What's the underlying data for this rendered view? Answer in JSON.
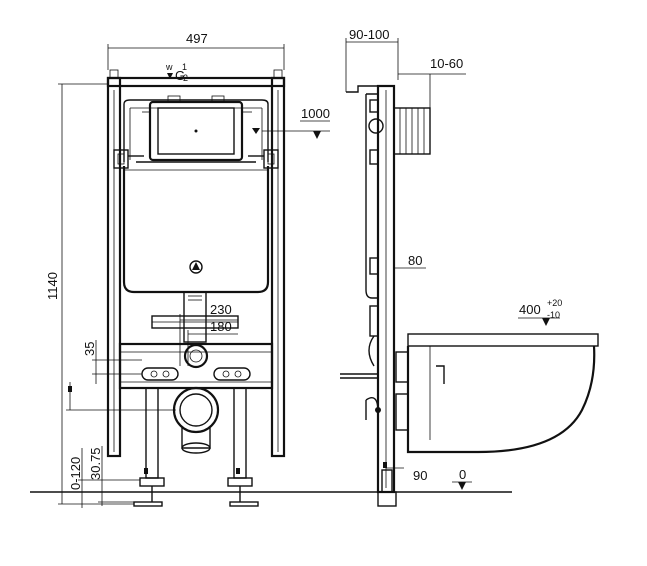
{
  "dimensions": {
    "frame_width": "497",
    "depth_range": "90-100",
    "wall_offset": "10-60",
    "height_marker": "1000",
    "total_height": "1140",
    "dim_230": "230",
    "dim_180": "180",
    "dim_35": "35",
    "foot_range": "0-120",
    "foot_offset": "30.75",
    "pipe_offset": "80",
    "bowl_height": "400",
    "bowl_tol_plus": "+20",
    "bowl_tol_minus": "-10",
    "floor_level": "0",
    "bottom_offset": "90"
  },
  "top_label": "G",
  "top_fraction": "1",
  "top_fraction_den": "2"
}
